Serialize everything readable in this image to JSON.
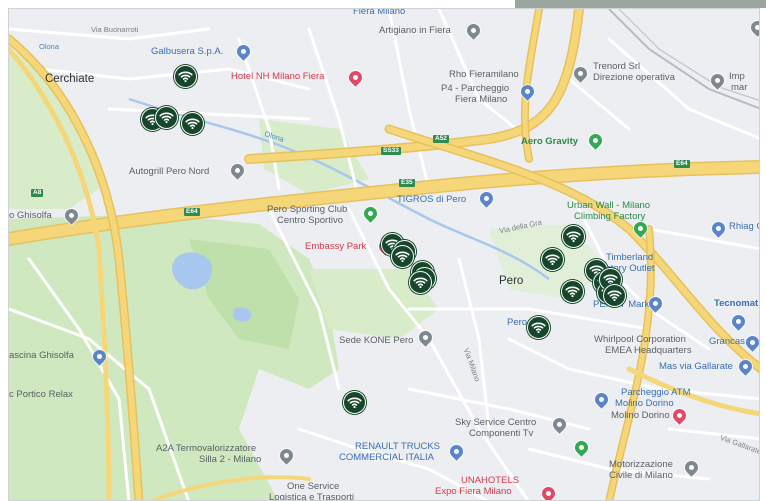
{
  "colors": {
    "background": "#eceef1",
    "park": "#cfe8bf",
    "park_dark": "#bfe0ab",
    "water": "#a8c7ee",
    "highway": "#f5d77a",
    "highway_edge": "#e7c15c",
    "minor_road": "#ffffff",
    "hotspot": "#16472a"
  },
  "labels": {
    "cerchiate": "Cerchiate",
    "pero": "Pero",
    "galbusera": "Galbusera S.p.A.",
    "hotel_nh": "Hotel NH Milano Fiera",
    "artigiano": "Artigiano in Fiera",
    "fiera_milano": "Fiera Milano",
    "rho_fieramilano": "Rho Fieramilano",
    "p4_parcheggio": "P4 - Parcheggio",
    "fiera_milano_2": "Fiera Milano",
    "trenord": "Trenord Srl",
    "direzione": "Direzione operativa",
    "imp": "Imp",
    "imp2": "mar",
    "aero_gravity": "Aero Gravity",
    "autogrill": "Autogrill Pero Nord",
    "ghisolfa": "o Ghisolfa",
    "pero_sporting": "Pero Sporting Club",
    "centro_sportivo": "Centro Sportivo",
    "tigros": "TIGROS di Pero",
    "urban_wall": "Urban Wall - Milano",
    "climbing": "Climbing Factory",
    "rhiag": "Rhiag G",
    "embassy_park": "Embassy Park",
    "timberland": "Timberland",
    "factory_outlet": "ctory Outlet",
    "penny": "PENNY Market",
    "tecnomat": "Tecnomat",
    "grancasa": "Grancasa",
    "pero_poi": "Pero",
    "whirlpool": "Whirlpool Corporation",
    "emea": "EMEA Headquarters",
    "sede_kone": "Sede KONE Pero",
    "cascina": "ascina Ghisolfa",
    "portico": "c Portico Relax",
    "mas": "Mas via Gallarate",
    "parcheggio_atm": "Parcheggio ATM",
    "molino_dorino": "Molino Dorino",
    "molino_dorino_2": "Molino Dorino",
    "sky_service": "Sky Service Centro",
    "componenti": "Componenti Tv",
    "a2a": "A2A Termovalorizzatore",
    "silla": "Silla 2 - Milano",
    "renault": "RENAULT TRUCKS",
    "commercial": "COMMERCIAL ITALIA",
    "motorizzazione": "Motorizzazione",
    "civile": "Civile di Milano",
    "unahotels": "UNAHOTELS",
    "expo": "Expo Fiera Milano",
    "one_service": "One Service",
    "logistica": "Logistica e Trasporti",
    "olona": "Olona",
    "olona2": "Olona",
    "road_buonarroti": "Via Buonarroti",
    "road_cgil": "Via della Gra",
    "road_milano": "Via Milano",
    "road_gallarate": "Via Gallarate",
    "road_a8": "A8",
    "road_a52": "A52",
    "road_e64": "E64",
    "road_e64b": "E64",
    "road_ss33": "SS33",
    "road_e35": "E35"
  },
  "hotspot_count": 20,
  "hotspot_icon": "wifi-icon"
}
